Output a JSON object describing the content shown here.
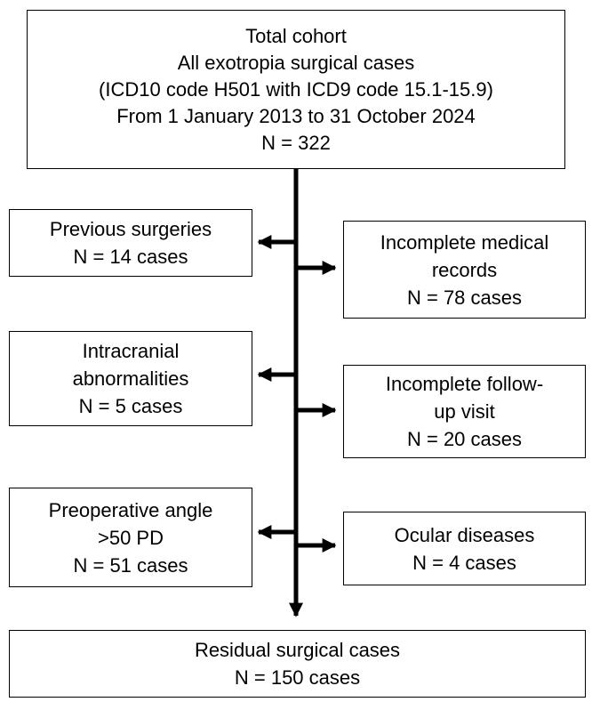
{
  "top_box": {
    "lines": [
      "Total cohort",
      "All exotropia surgical cases",
      "(ICD10 code H501 with ICD9 code 15.1-15.9)",
      "From 1 January 2013 to 31 October 2024",
      "N = 322"
    ]
  },
  "exclusions_left": [
    {
      "lines": [
        "Previous surgeries",
        "N = 14 cases"
      ]
    },
    {
      "lines": [
        "Intracranial",
        "abnormalities",
        "N = 5 cases"
      ]
    },
    {
      "lines": [
        "Preoperative angle",
        ">50 PD",
        "N = 51 cases"
      ]
    }
  ],
  "exclusions_right": [
    {
      "lines": [
        "Incomplete medical",
        "records",
        "N = 78 cases"
      ]
    },
    {
      "lines": [
        "Incomplete follow-",
        "up visit",
        "N = 20 cases"
      ]
    },
    {
      "lines": [
        "Ocular diseases",
        "N = 4 cases"
      ]
    }
  ],
  "bottom_box": {
    "lines": [
      "Residual surgical cases",
      "N = 150 cases"
    ]
  },
  "colors": {
    "line": "#000000",
    "box_fill": "#ffffff",
    "text": "#000000"
  }
}
